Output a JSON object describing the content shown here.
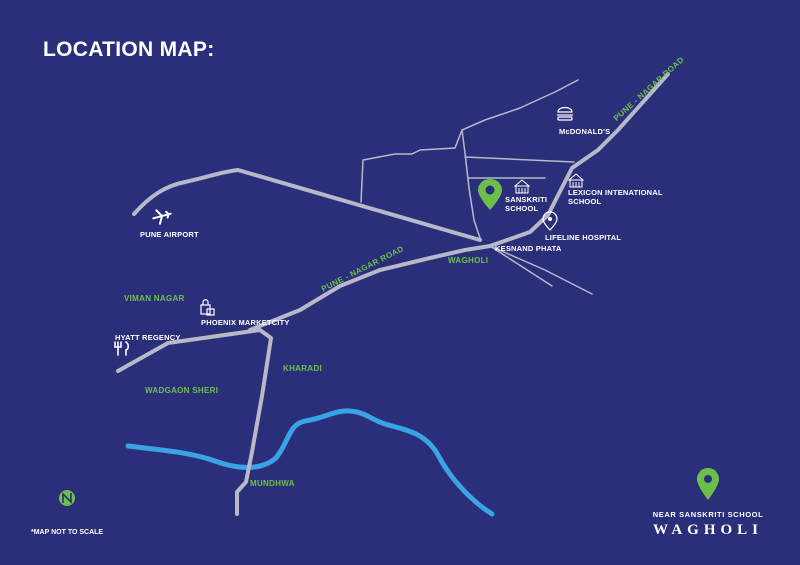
{
  "title": "LOCATION MAP:",
  "places": {
    "mcdonalds": "McDONALD'S",
    "sanskriti_school": "SANSKRITI\nSCHOOL",
    "lexicon_school": "LEXICON INTENATIONAL\nSCHOOL",
    "pune_airport": "PUNE AIRPORT",
    "lifeline_hospital": "LIFELINE HOSPITAL",
    "kesnand_phata": "KESNAND PHATA",
    "phoenix_marketcity": "PHOENIX MARKETCITY",
    "hyatt_regency": "HYATT REGENCY"
  },
  "areas": {
    "wagholi": "WAGHOLI",
    "viman_nagar": "VIMAN NAGAR",
    "kharadi": "KHARADI",
    "wadgaon_sheri": "WADGAON SHERI",
    "mundhwa": "MUNDHWA"
  },
  "roads": {
    "pune_nagar_road_upper": "PUNE - NAGAR ROAD",
    "pune_nagar_road_lower": "PUNE - NAGAR ROAD"
  },
  "note": "*MAP NOT TO SCALE",
  "brand": {
    "subtitle": "NEAR SANSKRITI SCHOOL",
    "name": "WAGHOLI"
  },
  "colors": {
    "background": "#2b2f7a",
    "road": "#b7b9c9",
    "river": "#3aa3e6",
    "accent": "#6cc04a",
    "text": "#ffffff"
  }
}
